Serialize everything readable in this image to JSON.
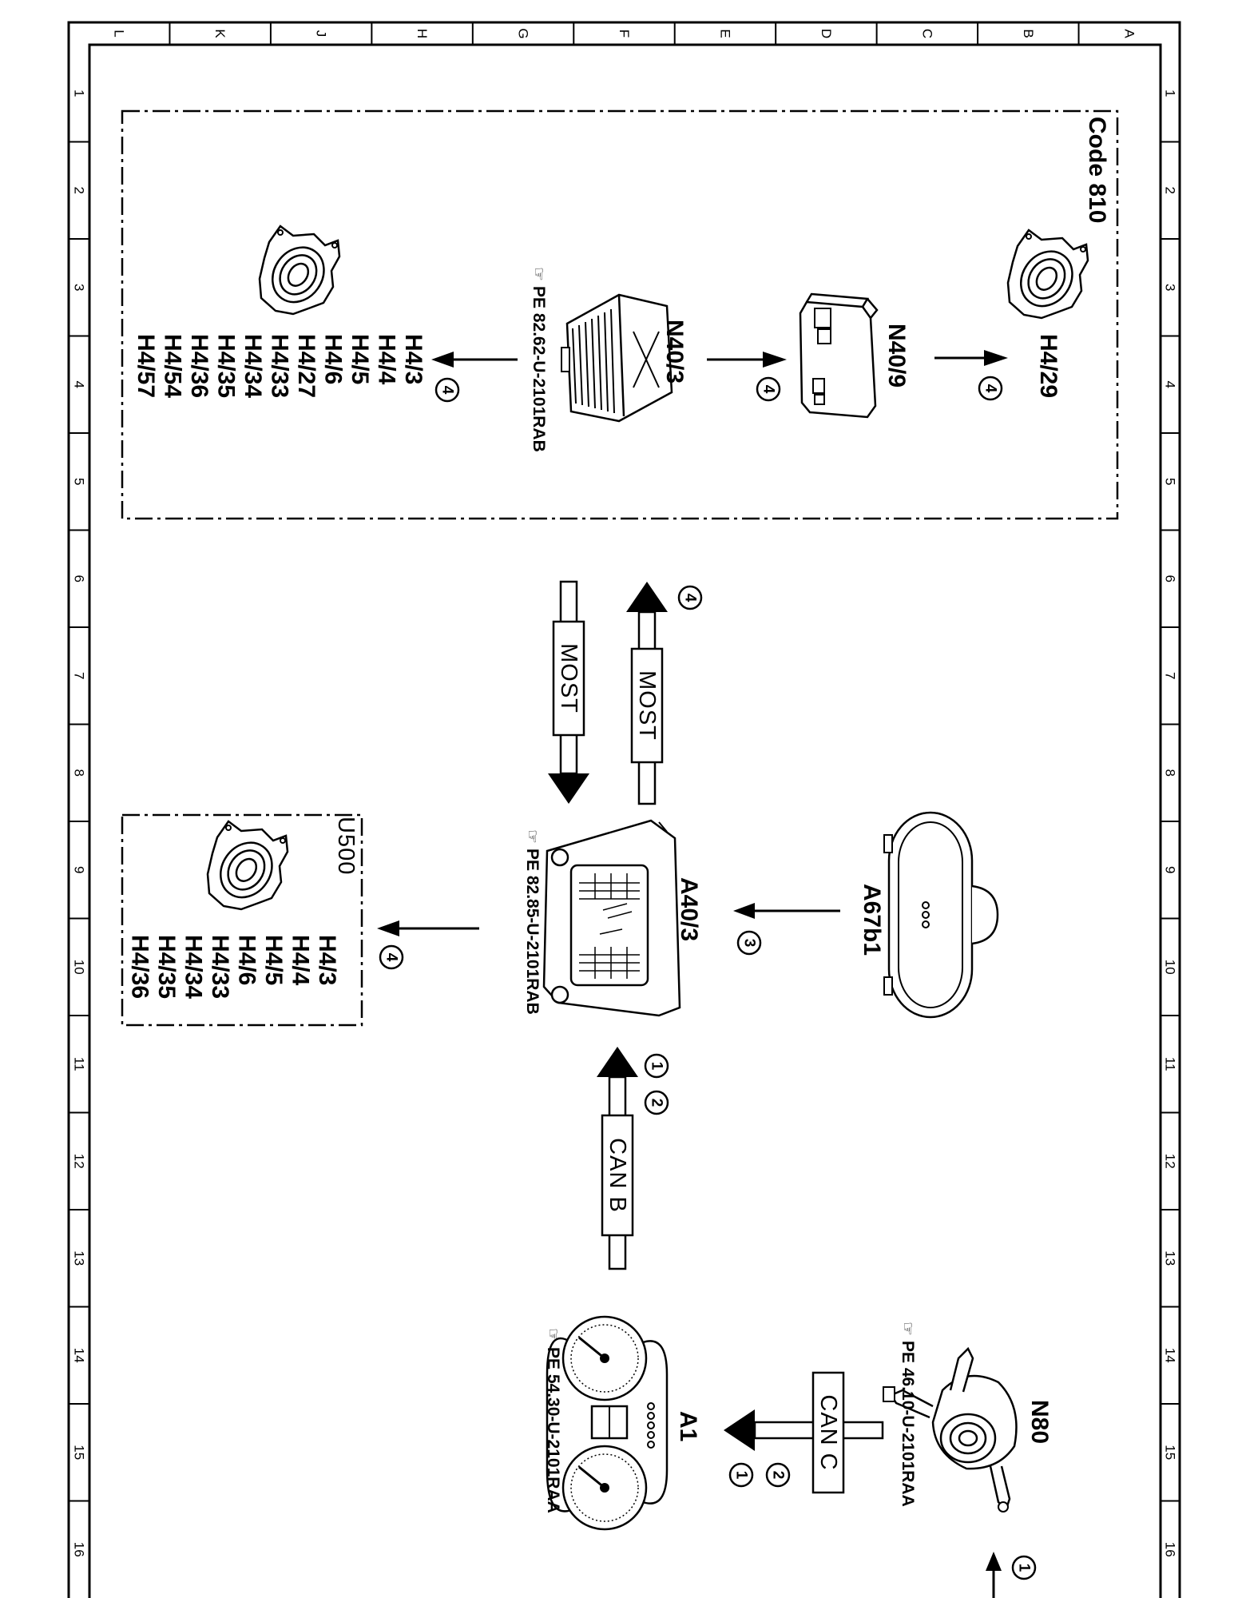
{
  "frame": {
    "columns": [
      "L",
      "K",
      "J",
      "H",
      "G",
      "F",
      "E",
      "D",
      "C",
      "B",
      "A"
    ],
    "rows": [
      "1",
      "2",
      "3",
      "4",
      "5",
      "6",
      "7",
      "8",
      "9",
      "10",
      "11",
      "12",
      "13",
      "14",
      "15",
      "16"
    ]
  },
  "option_box": {
    "label": "Code 810"
  },
  "u500_box": {
    "label": "U500"
  },
  "components": {
    "n40_9": "N40/9",
    "n40_3": "N40/3",
    "h4_29": "H4/29",
    "a67b1": "A67b1",
    "a40_3": "A40/3",
    "n80": "N80",
    "a1": "A1"
  },
  "references": {
    "n40_3": "PE 82.62-U-2101RAB",
    "a40_3": "PE 82.85-U-2101RAB",
    "n80": "PE 46.10-U-2101RAA",
    "a1": "PE 54.30-U-2101RAA"
  },
  "speaker_lists": {
    "code810": [
      "H4/3",
      "H4/4",
      "H4/5",
      "H4/6",
      "H4/27",
      "H4/33",
      "H4/34",
      "H4/35",
      "H4/36",
      "H4/54",
      "H4/57"
    ],
    "u500": [
      "H4/3",
      "H4/4",
      "H4/5",
      "H4/6",
      "H4/33",
      "H4/34",
      "H4/35",
      "H4/36"
    ]
  },
  "buses": {
    "most": "MOST",
    "can_b": "CAN B",
    "can_c": "CAN C"
  },
  "step_markers": {
    "one": "1",
    "two": "2",
    "three": "3",
    "four": "4"
  }
}
